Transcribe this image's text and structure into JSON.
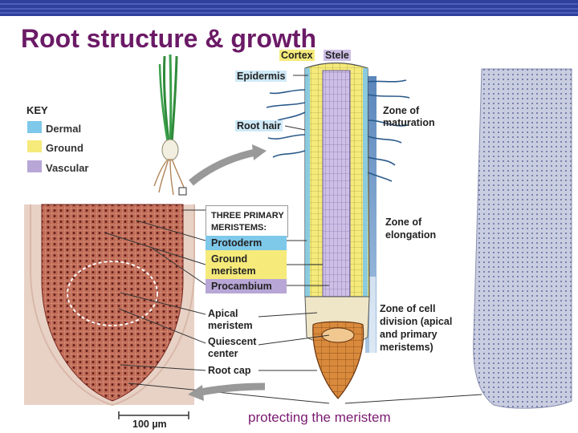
{
  "slide": {
    "title": "Root structure & growth",
    "caption": "protecting the meristem"
  },
  "key": {
    "title": "KEY",
    "items": [
      {
        "label": "Dermal",
        "color": "#7ec8ea"
      },
      {
        "label": "Ground",
        "color": "#f5ea7a"
      },
      {
        "label": "Vascular",
        "color": "#b7a6d6"
      }
    ]
  },
  "diagram": {
    "top_labels": {
      "cortex": "Cortex",
      "stele": "Stele"
    },
    "epidermis": "Epidermis",
    "root_hair": "Root hair",
    "zones": {
      "maturation": [
        "Zone of",
        "maturation"
      ],
      "elongation": [
        "Zone of",
        "elongation"
      ],
      "division": [
        "Zone of cell",
        "division (apical",
        "and primary",
        "meristems)"
      ]
    },
    "meristems": {
      "heading": [
        "THREE PRIMARY",
        "MERISTEMS:"
      ],
      "protoderm": "Protoderm",
      "ground": [
        "Ground",
        "meristem"
      ],
      "procambium": "Procambium"
    },
    "micro_labels": {
      "apical": [
        "Apical",
        "meristem"
      ],
      "quiescent": [
        "Quiescent",
        "center"
      ],
      "root_cap": "Root cap"
    },
    "scale_bar": "100 µm"
  },
  "colors": {
    "title": "#6b1a66",
    "caption": "#7a1a70",
    "header_bar": "#2f3f9c",
    "protoderm": "#7ec8ea",
    "ground": "#f5ea7a",
    "procambium": "#b7a6d6",
    "root_cap": "#d98a3c",
    "micro_tissue": "#b85a4a"
  }
}
